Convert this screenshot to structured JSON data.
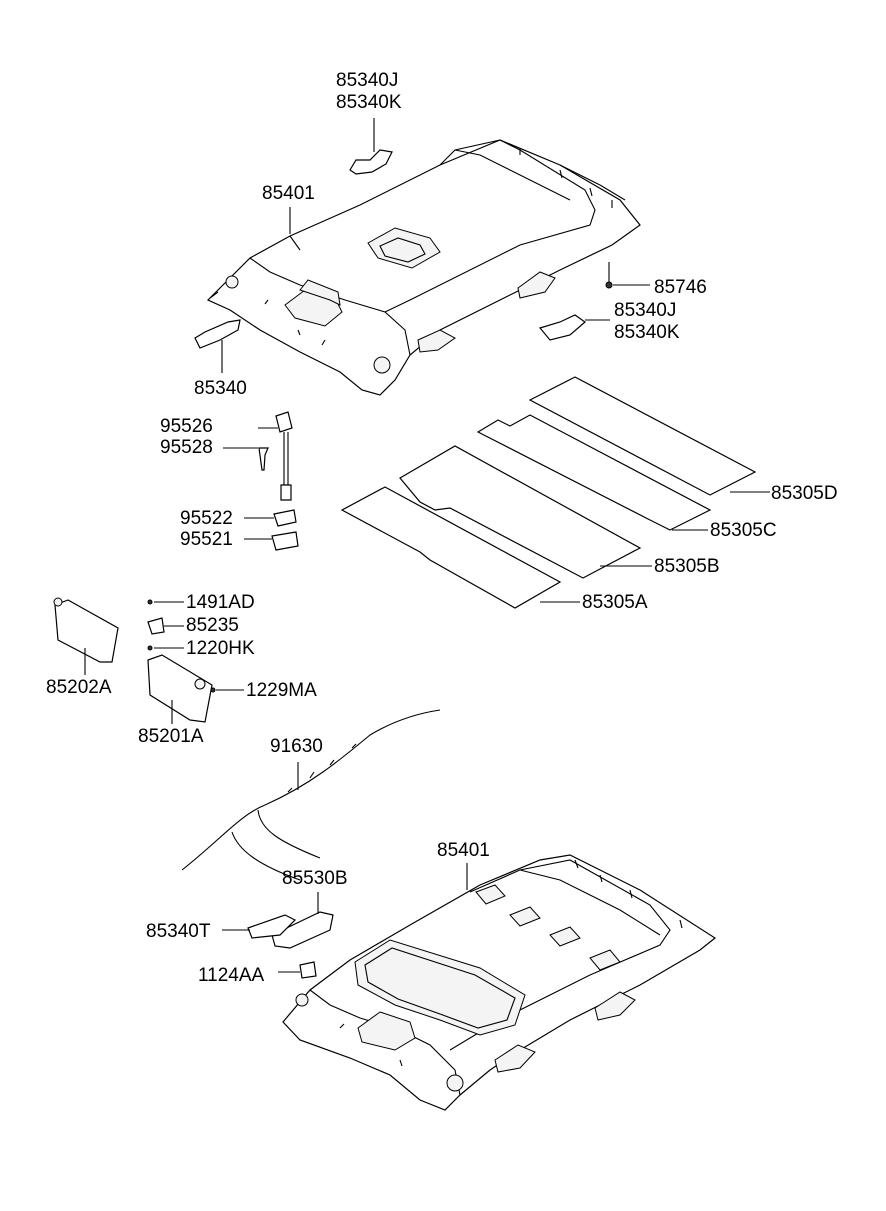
{
  "labels": {
    "l85340J_top": "85340J",
    "l85340K_top": "85340K",
    "l85401_top": "85401",
    "l85746": "85746",
    "l85340J_right": "85340J",
    "l85340K_right": "85340K",
    "l85340": "85340",
    "l95526": "95526",
    "l95528": "95528",
    "l95522": "95522",
    "l95521": "95521",
    "l85305D": "85305D",
    "l85305C": "85305C",
    "l85305B": "85305B",
    "l85305A": "85305A",
    "l1491AD": "1491AD",
    "l85235": "85235",
    "l1220HK": "1220HK",
    "l1229MA": "1229MA",
    "l85202A": "85202A",
    "l85201A": "85201A",
    "l91630": "91630",
    "l85401_bottom": "85401",
    "l85530B": "85530B",
    "l85340T": "85340T",
    "l1124AA": "1124AA"
  }
}
